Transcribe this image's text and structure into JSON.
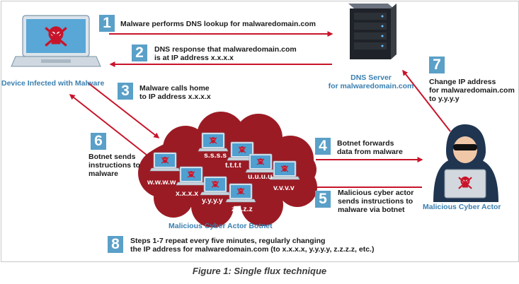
{
  "steps": [
    {
      "num": "1",
      "text": "Malware performs DNS lookup for malwaredomain.com"
    },
    {
      "num": "2",
      "line1": "DNS response that malwaredomain.com",
      "line2": "is at IP address x.x.x.x"
    },
    {
      "num": "3",
      "line1": "Malware calls home",
      "line2": "to IP address x.x.x.x"
    },
    {
      "num": "4",
      "line1": "Botnet forwards",
      "line2": "data from malware"
    },
    {
      "num": "5",
      "line1": "Malicious cyber actor",
      "line2": "sends instructions to",
      "line3": "malware via botnet"
    },
    {
      "num": "6",
      "line1": "Botnet sends",
      "line2": "instructions to",
      "line3": "malware"
    },
    {
      "num": "7",
      "line1": "Change IP address",
      "line2": "for malwaredomain.com",
      "line3": "to y.y.y.y"
    },
    {
      "num": "8",
      "line1": "Steps 1-7 repeat every five minutes, regularly changing",
      "line2": "the IP address for malwaredomain.com (to x.x.x.x, y.y.y.y, z.z.z.z, etc.)"
    }
  ],
  "nodes": {
    "infected_device": "Device Infected with Malware",
    "dns_server_line1": "DNS Server",
    "dns_server_line2": "for malwaredomain.com",
    "botnet": "Malicious Cyber Actor Botnet",
    "actor": "Malicious Cyber Actor"
  },
  "botnet_ips": [
    "s.s.s.s",
    "t.t.t.t",
    "u.u.u.u",
    "w.w.w.w",
    "x.x.x.x",
    "y.y.y.y",
    "z.z.z.z",
    "v.v.v.v"
  ],
  "caption": "Figure 1: Single flux technique",
  "colors": {
    "arrow": "#c8142a",
    "badge": "#5aa0c8",
    "cloud": "#9b1b24",
    "node_label": "#3a7fb0"
  }
}
